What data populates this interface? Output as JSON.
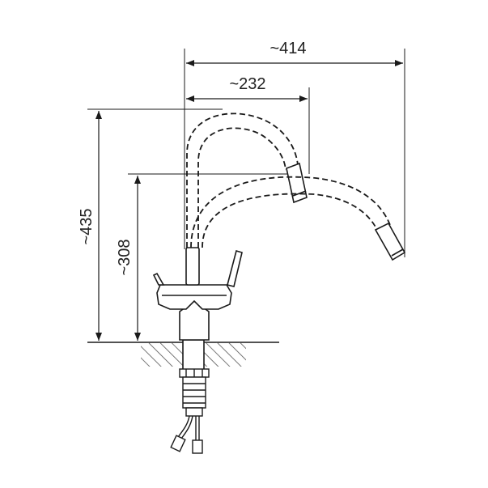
{
  "dimensions": {
    "total_reach": "~414",
    "spout_reach": "~232",
    "total_height": "~435",
    "spout_height": "~308"
  },
  "colors": {
    "line": "#1a1a1a",
    "hatch": "#555555",
    "background": "#ffffff"
  }
}
